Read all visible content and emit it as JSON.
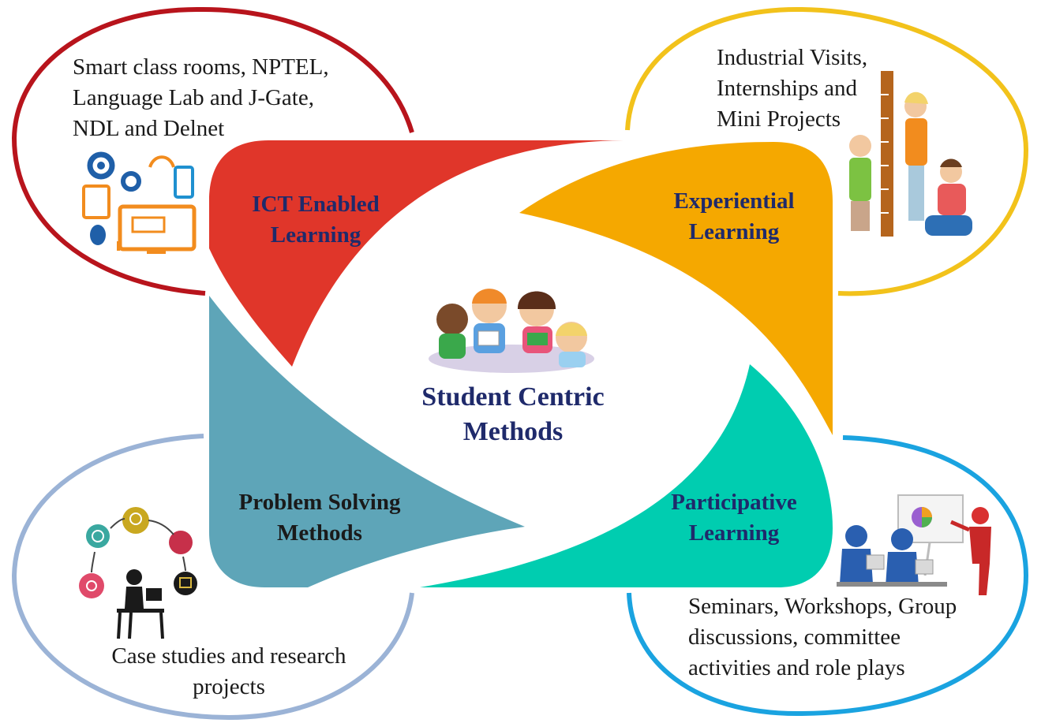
{
  "center": {
    "title_line1": "Student Centric",
    "title_line2": "Methods",
    "illustration_icon": "children-reading-icon"
  },
  "segments": [
    {
      "key": "ict",
      "line1": "ICT Enabled",
      "line2": "Learning",
      "color": "#e0362a",
      "text_color": "#1f2a6b"
    },
    {
      "key": "experiential",
      "line1": "Experiential",
      "line2": "Learning",
      "color": "#f5a800",
      "text_color": "#1f2a6b"
    },
    {
      "key": "participative",
      "line1": "Participative",
      "line2": "Learning",
      "color": "#00cdb0",
      "text_color": "#1f2a6b"
    },
    {
      "key": "problem",
      "line1": "Problem Solving",
      "line2": "Methods",
      "color": "#5ea5b8",
      "text_color": "#1a1a1a"
    }
  ],
  "bubbles": [
    {
      "key": "ict",
      "lines": [
        "Smart class rooms, NPTEL,",
        "Language Lab and J-Gate,",
        "NDL and Delnet"
      ],
      "border_color": "#b8141c",
      "icon": "devices-and-gears-icon"
    },
    {
      "key": "experiential",
      "lines": [
        "Industrial Visits,",
        "Internships and",
        "Mini Projects"
      ],
      "border_color": "#f2c21b",
      "icon": "children-measuring-icon"
    },
    {
      "key": "participative",
      "lines": [
        "Seminars, Workshops, Group",
        "discussions, committee",
        "activities and role plays"
      ],
      "border_color": "#1aa3e0",
      "icon": "presentation-meeting-icon"
    },
    {
      "key": "problem",
      "lines": [
        "Case studies and research",
        "projects"
      ],
      "border_color": "#9bb3d6",
      "icon": "problem-solving-cycle-icon"
    }
  ]
}
